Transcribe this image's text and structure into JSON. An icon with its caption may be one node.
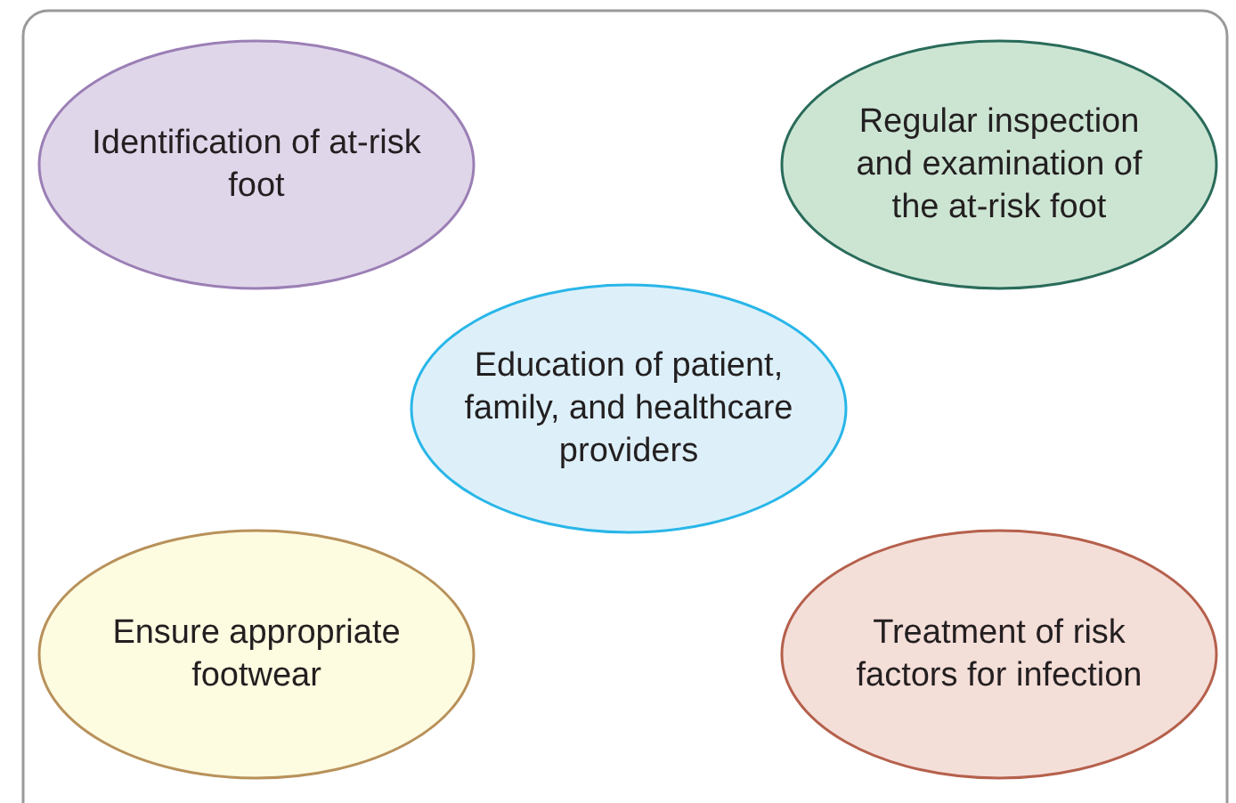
{
  "diagram": {
    "nodes": [
      {
        "text": [
          "Identification of at-risk foot"
        ]
      },
      {
        "text": [
          "Regular inspection and examination of the at-risk foot"
        ]
      },
      {
        "text": [
          "Education of patient, family, and healthcare providers"
        ]
      },
      {
        "text": [
          "Ensure appropriate footwear"
        ]
      },
      {
        "text": [
          "Treatment of risk factors for infection"
        ]
      }
    ]
  }
}
